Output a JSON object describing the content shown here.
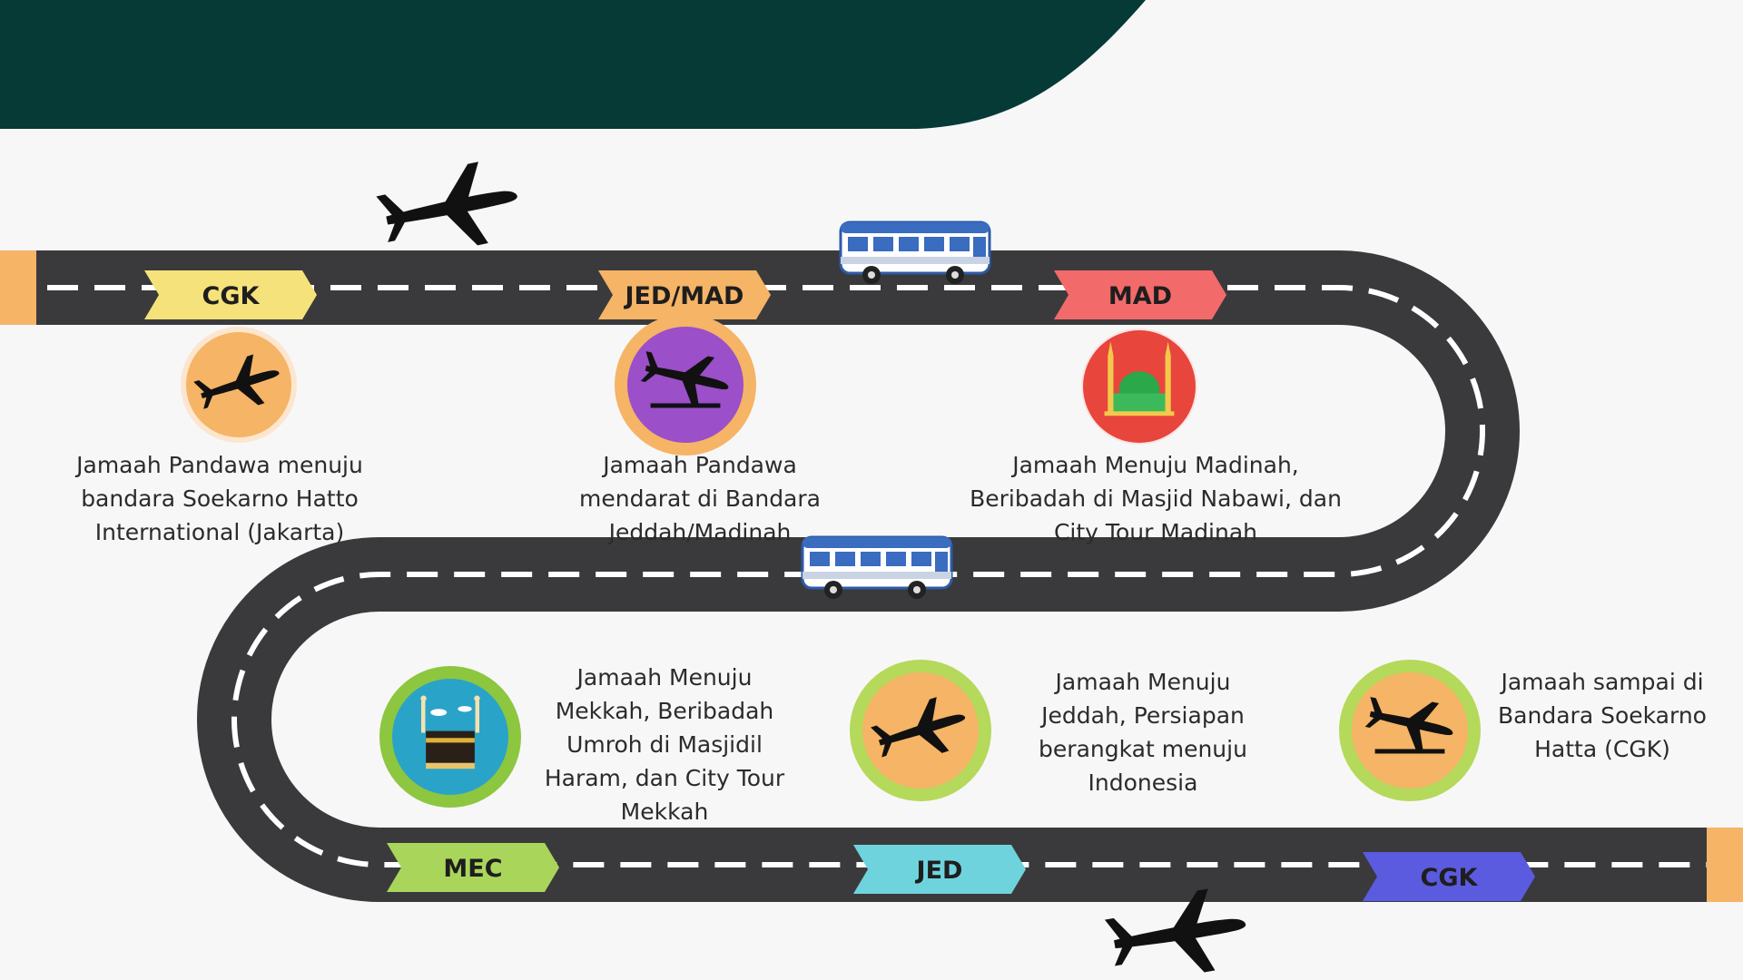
{
  "colors": {
    "header": "#063a36",
    "road": "#3a3a3c",
    "lane": "#ffffff",
    "background": "#f7f7f7",
    "road_end": "#f5b466"
  },
  "stops": [
    {
      "id": "cgk-depart",
      "code": "CGK",
      "tag_color": "#f6e27a",
      "icon": "plane-takeoff-icon",
      "ring": "#fde6cf",
      "disc": "#f5b466",
      "caption": [
        "Jamaah Pandawa menuju",
        "bandara Soekarno Hatto",
        "International (Jakarta)"
      ]
    },
    {
      "id": "jed-mad-arrive",
      "code": "JED/MAD",
      "tag_color": "#f5b466",
      "icon": "plane-landing-icon",
      "ring": "#f5b466",
      "disc": "#9b4fc9",
      "caption": [
        "Jamaah Pandawa",
        "mendarat di Bandara",
        "Jeddah/Madinah"
      ]
    },
    {
      "id": "mad",
      "code": "MAD",
      "tag_color": "#f36a6a",
      "icon": "mosque-icon",
      "ring": "#fbe3e3",
      "disc": "#e8453c",
      "caption": [
        "Jamaah Menuju Madinah,",
        "Beribadah di Masjid Nabawi,  dan",
        "City Tour Madinah"
      ]
    },
    {
      "id": "mec",
      "code": "MEC",
      "tag_color": "#a9d65a",
      "icon": "kaaba-icon",
      "ring": "#8dc63f",
      "disc": "#2aa3c9",
      "caption": [
        "Jamaah Menuju",
        "Mekkah, Beribadah",
        "Umroh di Masjidil",
        "Haram,  dan City Tour",
        "Mekkah"
      ]
    },
    {
      "id": "jed",
      "code": "JED",
      "tag_color": "#6fd3de",
      "icon": "plane-takeoff-icon",
      "ring": "#b5d95a",
      "disc": "#f5b466",
      "caption": [
        "Jamaah Menuju",
        "Jeddah, Persiapan",
        "berangkat menuju",
        "Indonesia"
      ]
    },
    {
      "id": "cgk-return",
      "code": "CGK",
      "tag_color": "#5b5be0",
      "icon": "plane-landing-icon",
      "ring": "#b5d95a",
      "disc": "#f5b466",
      "caption": [
        "Jamaah sampai di",
        "Bandara Soekarno",
        "Hatta (CGK)"
      ]
    }
  ]
}
